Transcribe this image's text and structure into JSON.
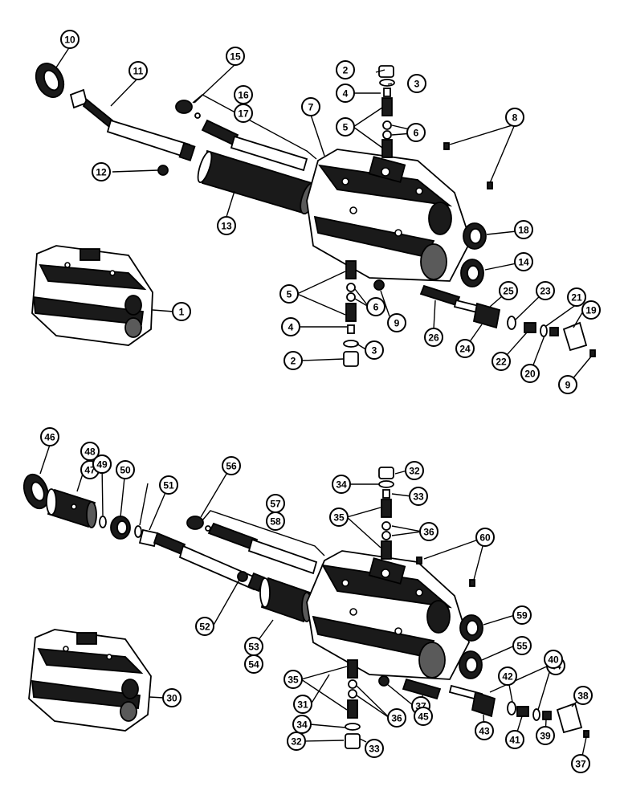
{
  "callouts": {
    "top": [
      "10",
      "11",
      "15",
      "16",
      "17",
      "7",
      "2",
      "3",
      "4",
      "5",
      "6",
      "8",
      "12",
      "13",
      "18",
      "14",
      "1",
      "5",
      "6",
      "9",
      "25",
      "23",
      "21",
      "19",
      "4",
      "3",
      "2",
      "26",
      "24",
      "22",
      "20",
      "9"
    ],
    "bottom": [
      "46",
      "48",
      "47",
      "49",
      "50",
      "49",
      "51",
      "56",
      "57",
      "58",
      "32",
      "34",
      "33",
      "35",
      "36",
      "60",
      "52",
      "53",
      "54",
      "59",
      "31",
      "55",
      "30",
      "35",
      "36",
      "37",
      "44",
      "42",
      "40",
      "38",
      "34",
      "33",
      "32",
      "45",
      "43",
      "41",
      "39",
      "37"
    ]
  },
  "colors": {
    "ink": "#000000",
    "paper": "#ffffff",
    "shade": "#1a1a1a"
  }
}
